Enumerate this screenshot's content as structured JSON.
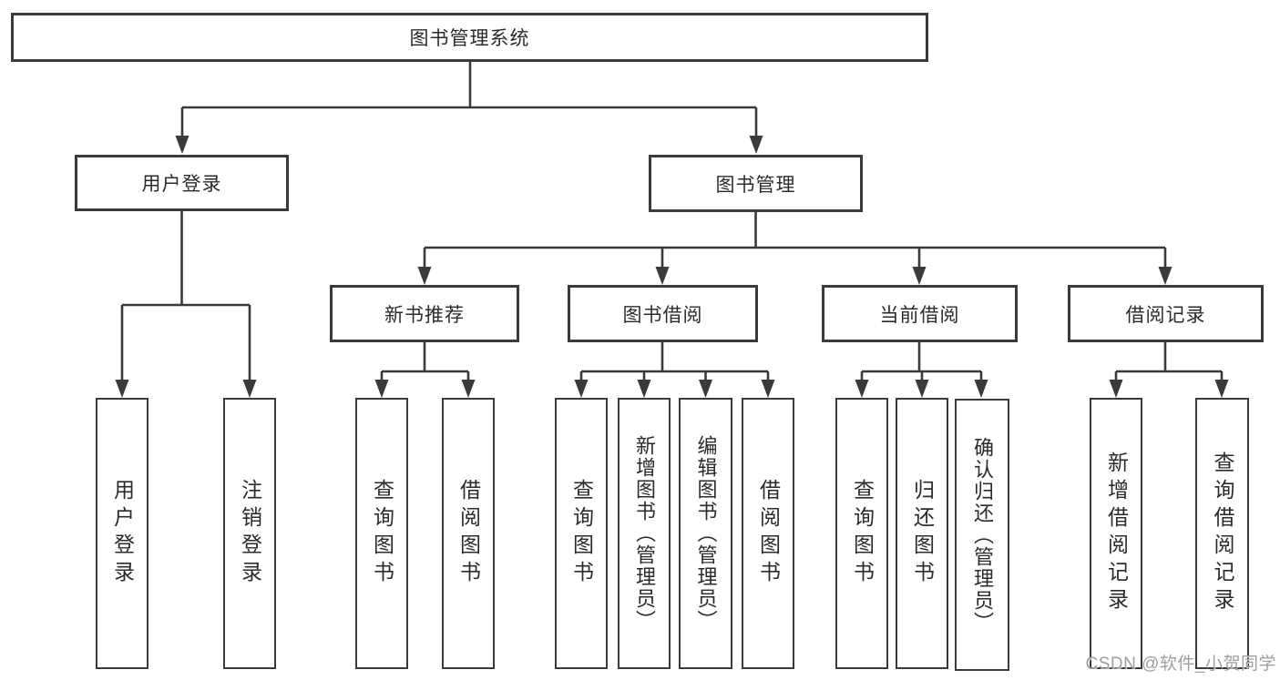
{
  "tree": {
    "root": "图书管理系统",
    "level2": [
      "用户登录",
      "图书管理"
    ],
    "level3": [
      "新书推荐",
      "图书借阅",
      "当前借阅",
      "借阅记录"
    ],
    "leaves": [
      [
        "用户登录",
        "注销登录"
      ],
      [
        "查询图书",
        "借阅图书"
      ],
      [
        "查询图书",
        "新增图书（管理员）",
        "编辑图书（管理员）",
        "借阅图书"
      ],
      [
        "查询图书",
        "归还图书",
        "确认归还（管理员）"
      ],
      [
        "新增借阅记录",
        "查询借阅记录"
      ]
    ]
  },
  "watermark": {
    "text": "CSDN @软件_小贺同学"
  },
  "colors": {
    "line": "#3a3a3a",
    "text": "#2b2b2b",
    "watermark": "#9e9e9e",
    "background": "#ffffff"
  }
}
